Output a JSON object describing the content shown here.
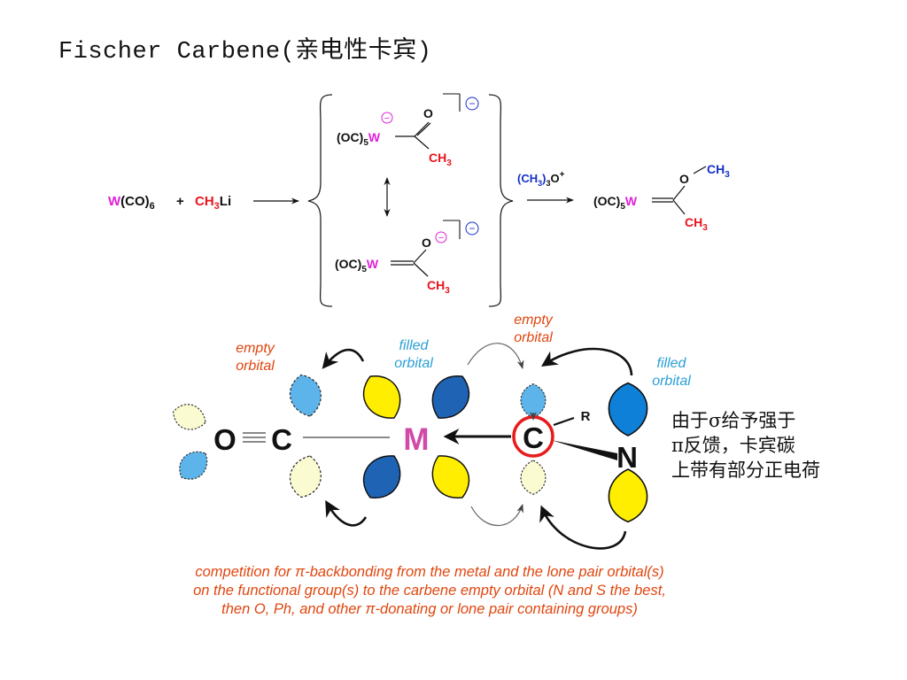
{
  "title": "Fischer Carbene(亲电性卡宾)",
  "colors": {
    "metal": "#e020d8",
    "methyl": "#e8141e",
    "blue_text": "#1530c8",
    "orange": "#e0460f",
    "light_blue_label": "#2a9fd6",
    "lobe_yellow": "#ffee00",
    "lobe_dark_blue": "#1f64b4",
    "lobe_light_blue": "#5cb4ea",
    "lobe_pale_yellow": "#fbfbd2",
    "lobe_n_blue": "#0f80d8",
    "highlight_ring": "#e81c1c"
  },
  "reaction": {
    "reactant_metal_symbol": "W",
    "reactant_ligand": "(CO)",
    "reactant_ligand_sub": "6",
    "plus": "+",
    "reagent_methyl": "CH",
    "reagent_methyl_sub": "3",
    "reagent_li": "Li",
    "top_resonance": {
      "ligand": "(OC)",
      "ligand_sub": "5",
      "metal": "W",
      "charge": "−",
      "oxygen": "O",
      "methyl": "CH",
      "methyl_sub": "3",
      "bracket_charge": "−"
    },
    "bottom_resonance": {
      "ligand": "(OC)",
      "ligand_sub": "5",
      "metal": "W",
      "oxygen": "O",
      "oxygen_charge": "−",
      "methyl": "CH",
      "methyl_sub": "3",
      "bracket_charge": "−"
    },
    "reagent2_a": "(CH",
    "reagent2_sub1": "3",
    "reagent2_b": ")",
    "reagent2_sub2": "3",
    "reagent2_c": "O",
    "reagent2_sup": "+",
    "product": {
      "ligand": "(OC)",
      "ligand_sub": "5",
      "metal": "W",
      "oxygen": "O",
      "o_methyl": "CH",
      "o_methyl_sub": "3",
      "c_methyl": "CH",
      "c_methyl_sub": "3"
    }
  },
  "orbital": {
    "atom_o": "O",
    "atom_c1": "C",
    "atom_m": "M",
    "atom_c2": "C",
    "atom_n": "N",
    "sub_r": "R",
    "label_empty_left_1": "empty",
    "label_empty_left_2": "orbital",
    "label_filled_mid_1": "filled",
    "label_filled_mid_2": "orbital",
    "label_empty_top_1": "empty",
    "label_empty_top_2": "orbital",
    "label_filled_right_1": "filled",
    "label_filled_right_2": "orbital"
  },
  "note": {
    "line1": "由于σ给予强于",
    "line2": "π反馈，卡宾碳",
    "line3": "上带有部分正电荷"
  },
  "caption": {
    "line1": "competition for π-backbonding from the metal and the lone pair orbital(s)",
    "line2": "on the functional group(s) to the carbene empty orbital (N and S the best,",
    "line3": "then O, Ph, and other π-donating or lone pair containing groups)"
  }
}
